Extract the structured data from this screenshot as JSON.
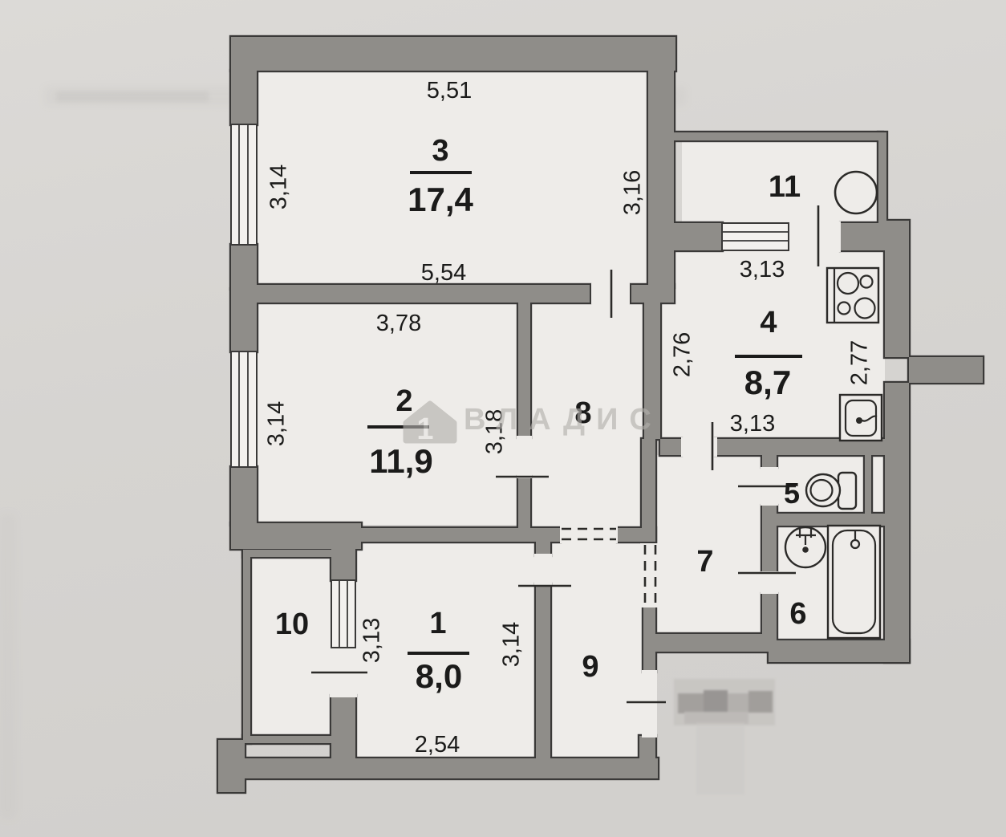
{
  "plan": {
    "watermark": {
      "text": "ВЛАДИС",
      "logo_digit": "1",
      "icon": "house-icon"
    },
    "rooms": {
      "r1": {
        "number": "1",
        "area": "8,0",
        "dim_left": "3,13",
        "dim_right": "3,14",
        "dim_bottom": "2,54"
      },
      "r2": {
        "number": "2",
        "area": "11,9",
        "dim_top": "3,78",
        "dim_left": "3,14",
        "dim_right": "3,18"
      },
      "r3": {
        "number": "3",
        "area": "17,4",
        "dim_top": "5,51",
        "dim_left": "3,14",
        "dim_right": "3,16",
        "dim_bottom": "5,54"
      },
      "r4": {
        "number": "4",
        "area": "8,7",
        "dim_top": "3,13",
        "dim_left": "2,76",
        "dim_right": "2,77",
        "dim_bottom": "3,13"
      },
      "r5": {
        "number": "5"
      },
      "r6": {
        "number": "6"
      },
      "r7": {
        "number": "7"
      },
      "r8": {
        "number": "8"
      },
      "r9": {
        "number": "9"
      },
      "r10": {
        "number": "10"
      },
      "r11": {
        "number": "11"
      }
    },
    "fixtures": {
      "kitchen": [
        "stove-icon",
        "sink-icon"
      ],
      "wc": [
        "toilet-icon"
      ],
      "bathroom": [
        "washbasin-icon",
        "bathtub-icon"
      ],
      "balcony_11": [
        "round-table-icon"
      ]
    },
    "colors": {
      "paper": "#d6d4d1",
      "paper_light": "#dbd9d6",
      "room_fill": "#eeece9",
      "wall_fill": "#8f8d89",
      "wall_outline": "#3a3938",
      "text": "#1b1b1a",
      "watermark": "#b2afab"
    }
  }
}
